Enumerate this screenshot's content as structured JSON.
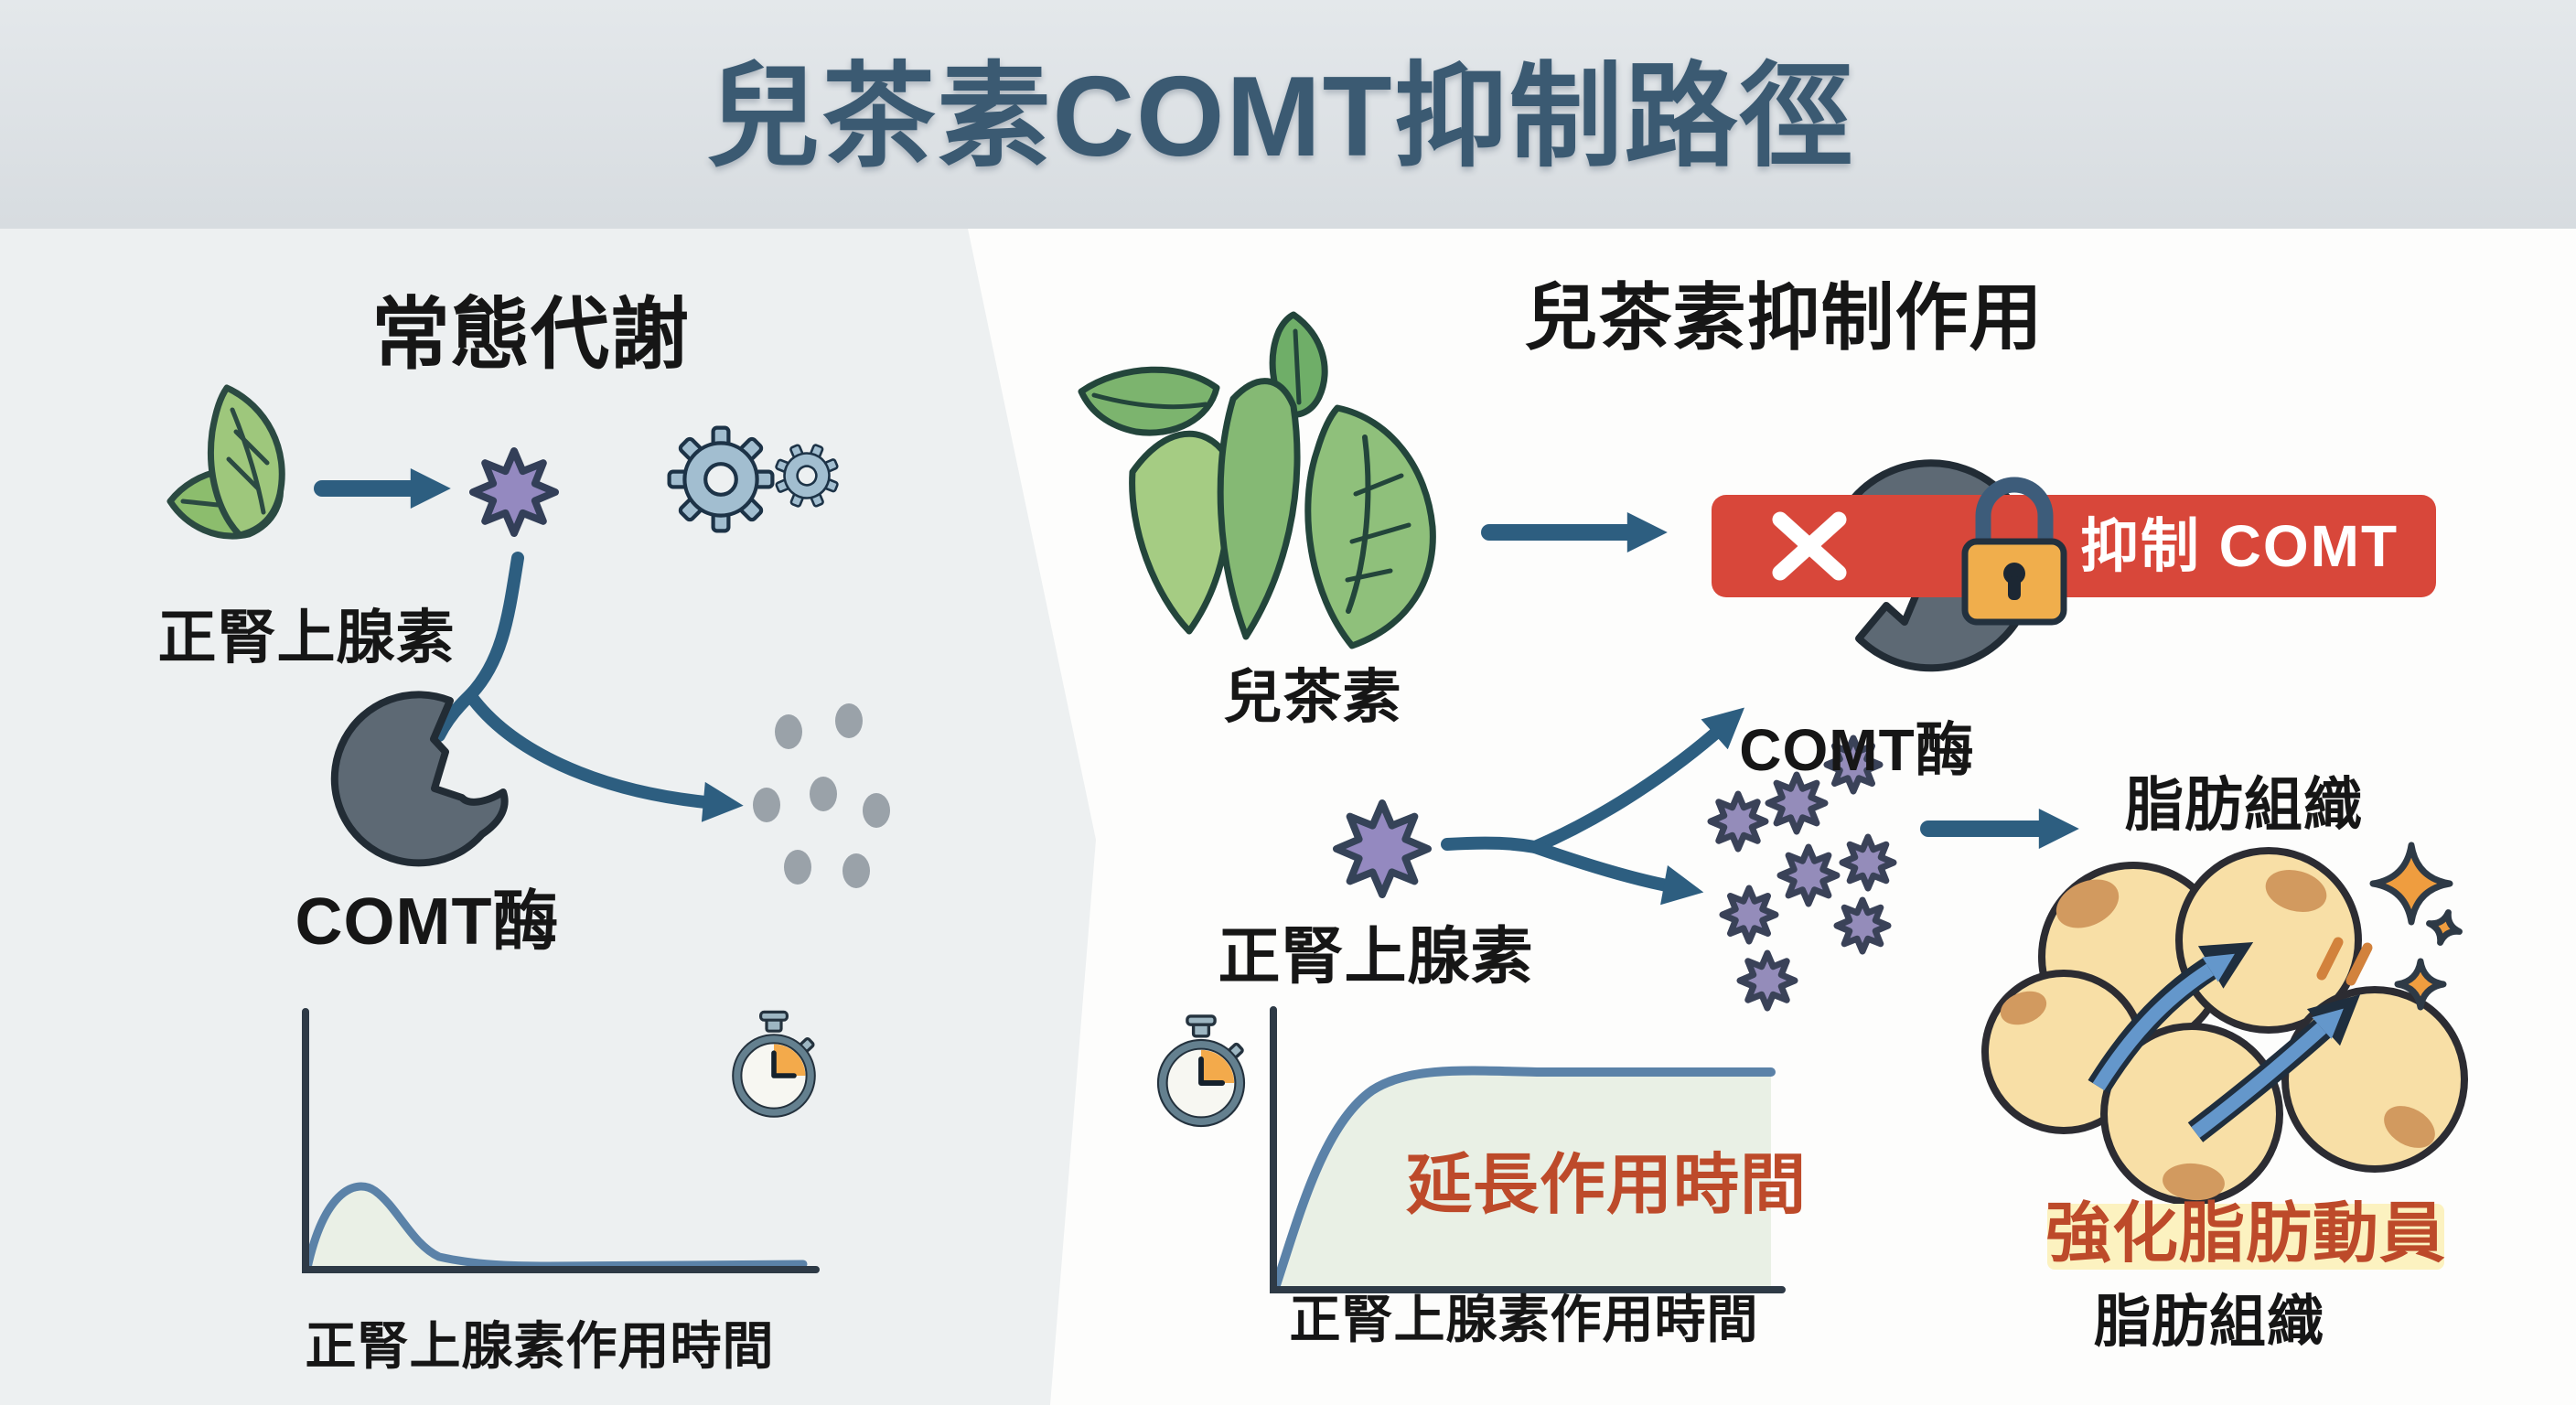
{
  "title": "兒茶素COMT抑制路徑",
  "left_panel": {
    "heading": "常態代謝",
    "norepinephrine_label": "正腎上腺素",
    "enzyme_label": "COMT酶",
    "axis_label": "正腎上腺素作用時間"
  },
  "right_panel": {
    "heading": "兒茶素抑制作用",
    "catechin_label": "兒茶素",
    "inhibit_badge": "抑制 COMT",
    "enzyme_label": "COMT酶",
    "norepinephrine_label": "正腎上腺素",
    "fat_tissue_label_top": "脂肪組織",
    "extended_duration_label": "延長作用時間",
    "axis_label": "正腎上腺素作用時間",
    "fat_mobilization_label": "強化脂肪動員",
    "fat_tissue_label_bottom": "脂肪組織"
  },
  "colors": {
    "title_text": "#3b5a72",
    "header_bg": "#dbe0e3",
    "left_panel_bg": "#edf0f1",
    "right_panel_bg": "#fdfdfc",
    "arrow_blue": "#2d5e80",
    "molecule_purple": "#9489c0",
    "enzyme_gray": "#5d6974",
    "banner_red": "#d8473a",
    "padlock_orange": "#f0ae4c",
    "stopwatch_wedge_orange": "#f3aa4b",
    "curve_blue": "#5b82a8",
    "curve_fill": "#eaf0e6",
    "fat_cell_cream": "#f8dfa6",
    "fat_spot_tan": "#d29a5f",
    "swoosh_blue": "#6497cb",
    "sparkle_orange": "#ef9d3f",
    "leaf_green": "#8cbd6d",
    "accent_text_orange": "#bd4a2a",
    "highlight_yellow": "#fcf2c0"
  }
}
